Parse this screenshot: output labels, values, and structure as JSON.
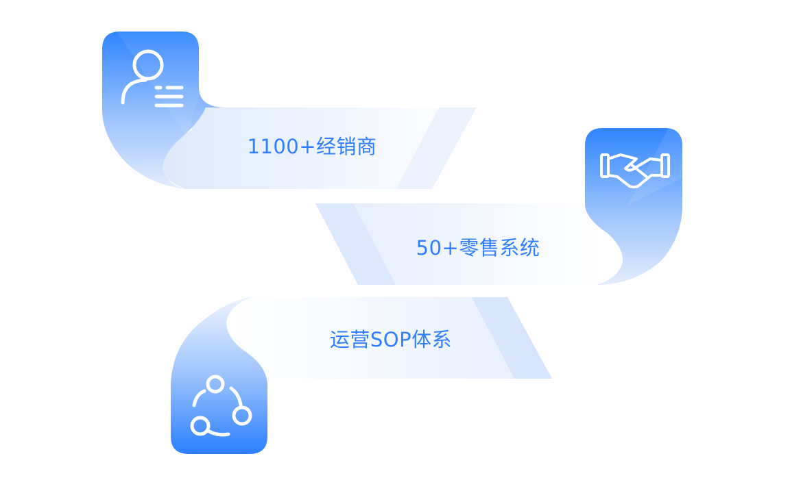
{
  "items": [
    {
      "label": "1100+经销商",
      "icon": "user-card-icon"
    },
    {
      "label": "50+零售系统",
      "icon": "handshake-icon"
    },
    {
      "label": "运营SOP体系",
      "icon": "team-cycle-icon"
    }
  ],
  "colors": {
    "accent": "#2f7fff",
    "light": "#dbe8fc",
    "text": "#2f7fff"
  }
}
